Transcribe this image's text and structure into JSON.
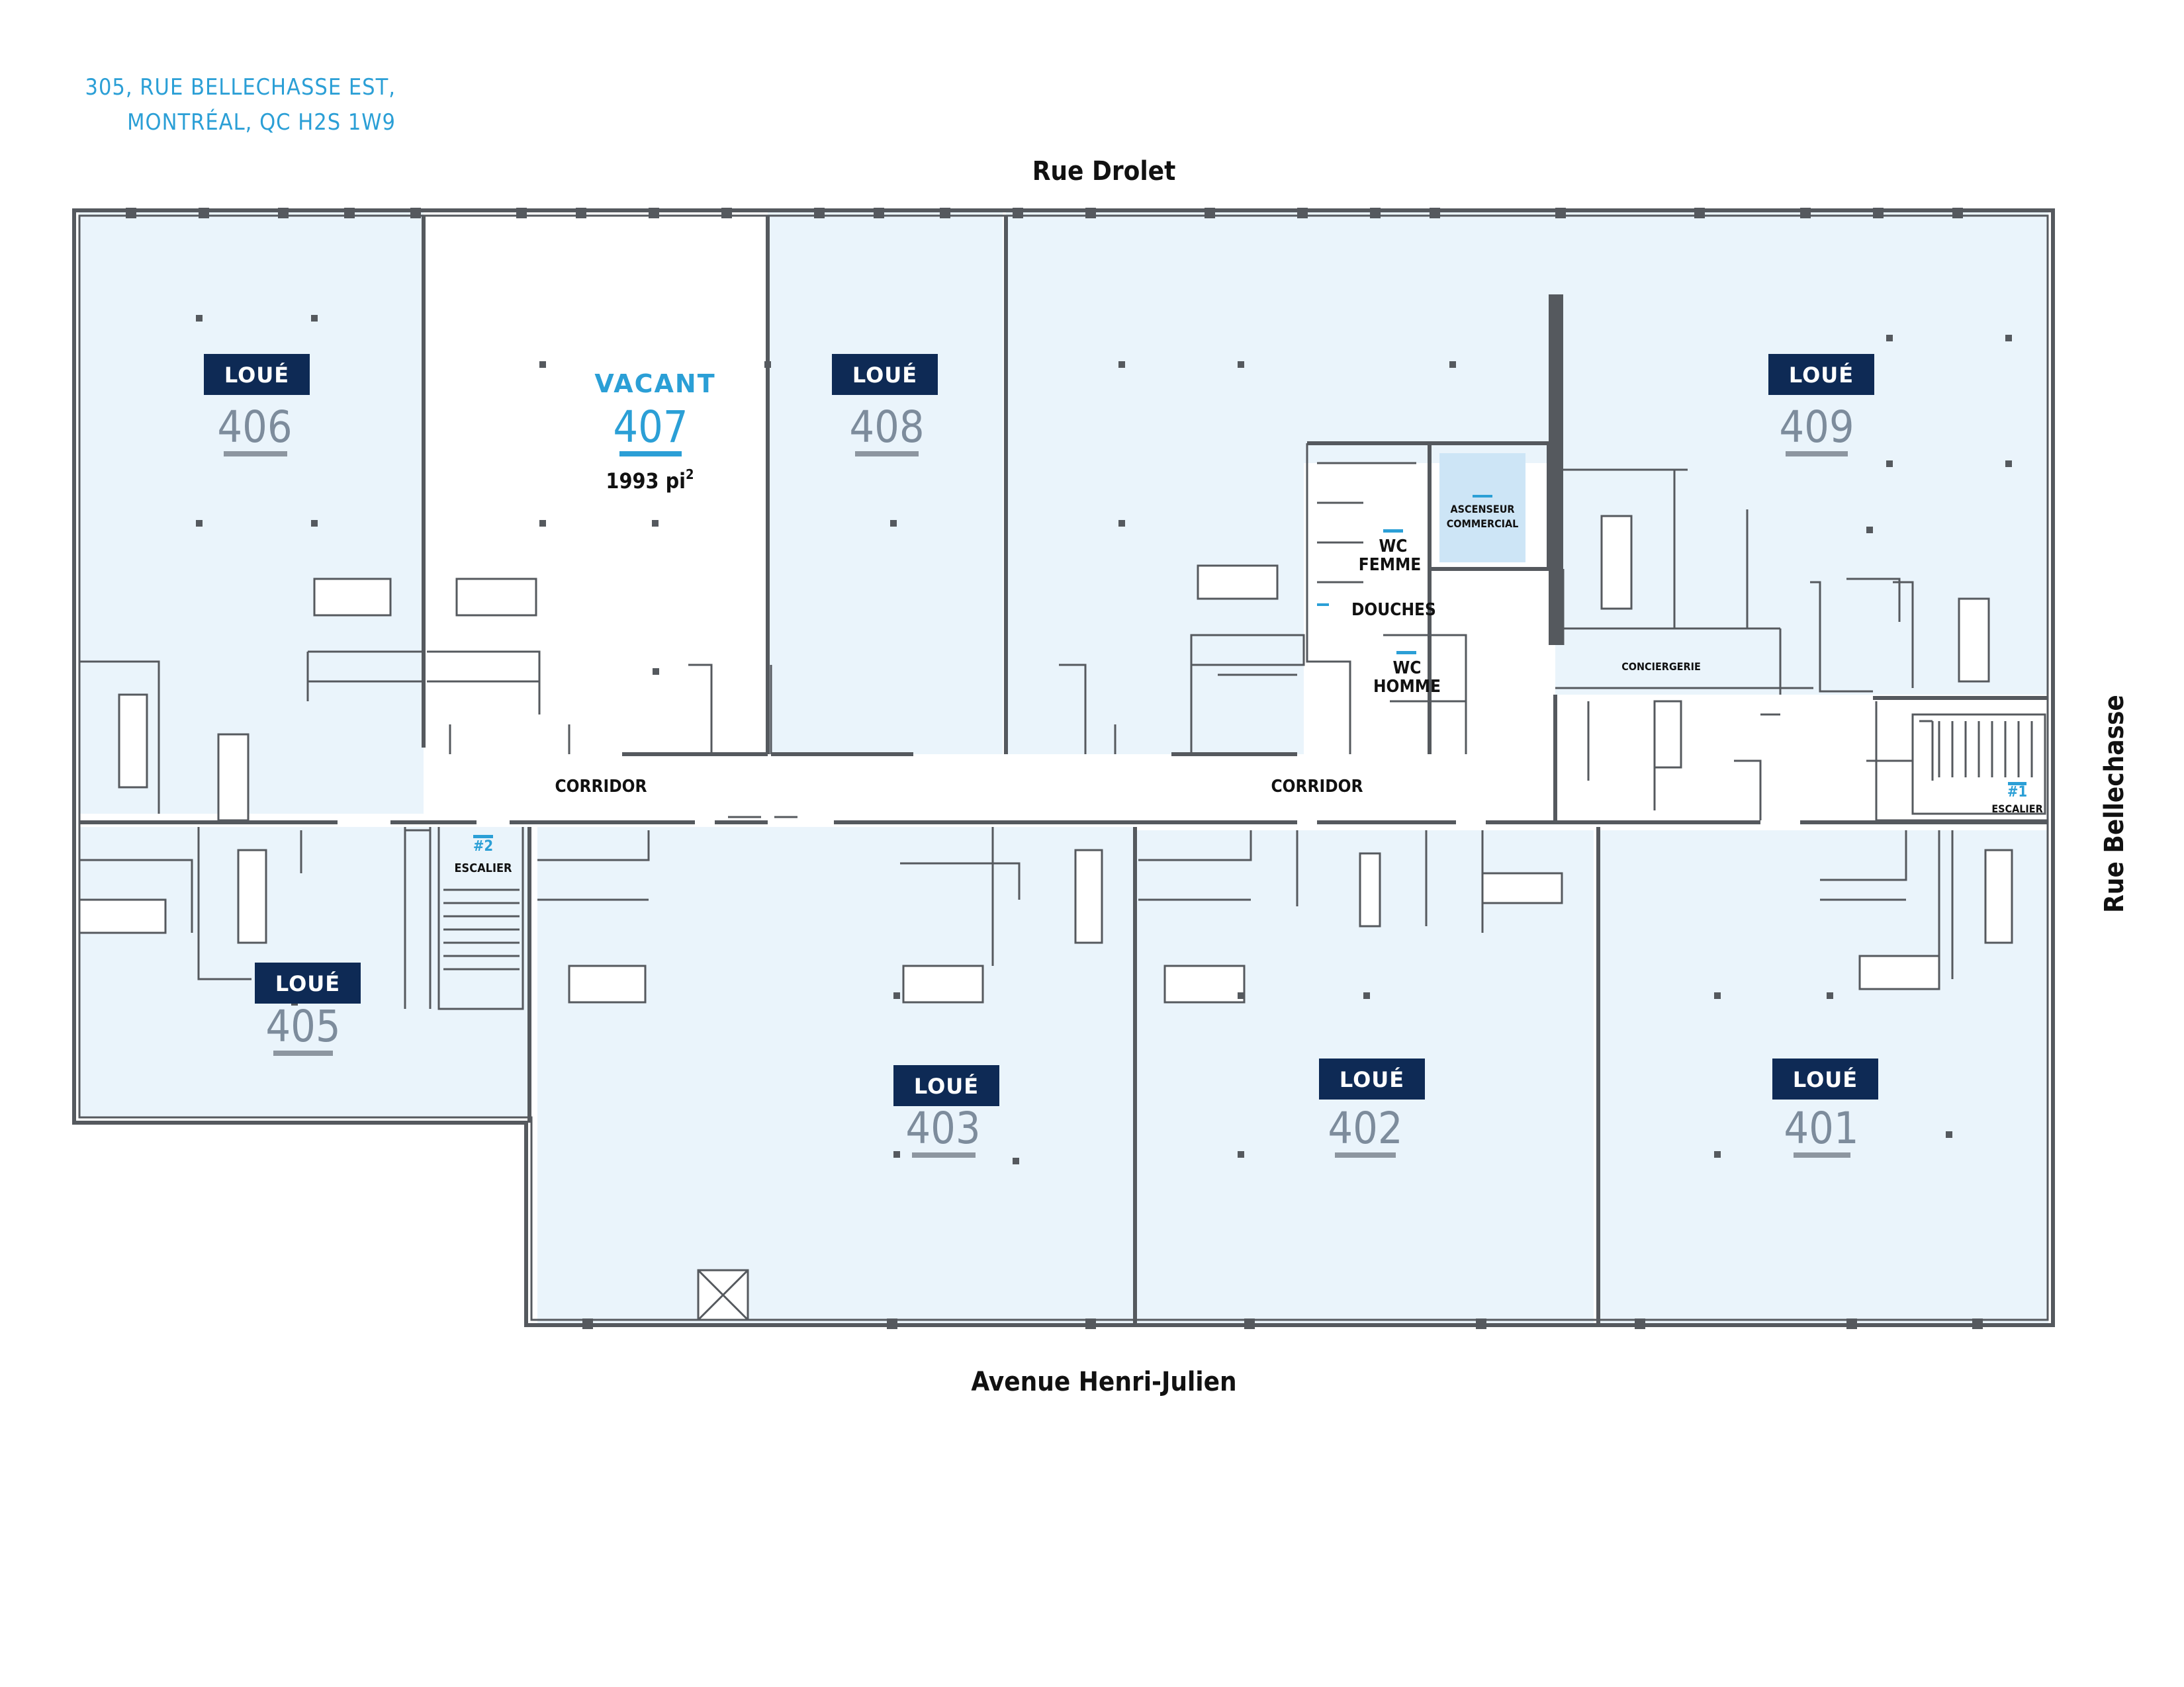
{
  "address": {
    "line1": "305, RUE BELLECHASSE EST,",
    "line2": "MONTRÉAL, QC H2S 1W9"
  },
  "streets": {
    "north": "Rue Drolet",
    "south": "Avenue Henri-Julien",
    "east": "Rue Bellechasse"
  },
  "units": [
    {
      "id": "406",
      "status": "LOUÉ"
    },
    {
      "id": "407",
      "status": "VACANT",
      "area_value": "1993 pi",
      "area_unit_sup": "2"
    },
    {
      "id": "408",
      "status": "LOUÉ"
    },
    {
      "id": "409",
      "status": "LOUÉ"
    },
    {
      "id": "405",
      "status": "LOUÉ"
    },
    {
      "id": "403",
      "status": "LOUÉ"
    },
    {
      "id": "402",
      "status": "LOUÉ"
    },
    {
      "id": "401",
      "status": "LOUÉ"
    }
  ],
  "labels": {
    "corridor_west": "CORRIDOR",
    "corridor_east": "CORRIDOR",
    "stair2_num": "#2",
    "stair2_label": "ESCALIER",
    "stair1_num": "#1",
    "stair1_label": "ESCALIER",
    "elevator_line1": "ASCENSEUR",
    "elevator_line2": "COMMERCIAL",
    "wc_femme_line1": "WC",
    "wc_femme_line2": "FEMME",
    "douches": "DOUCHES",
    "wc_homme_line1": "WC",
    "wc_homme_line2": "HOMME",
    "conciergerie": "CONCIERGERIE"
  },
  "colors": {
    "leased_tag": "#0e2a55",
    "vacant_accent": "#2b9fd6",
    "room_fill": "#eaf4fb",
    "wall": "#55595e"
  }
}
